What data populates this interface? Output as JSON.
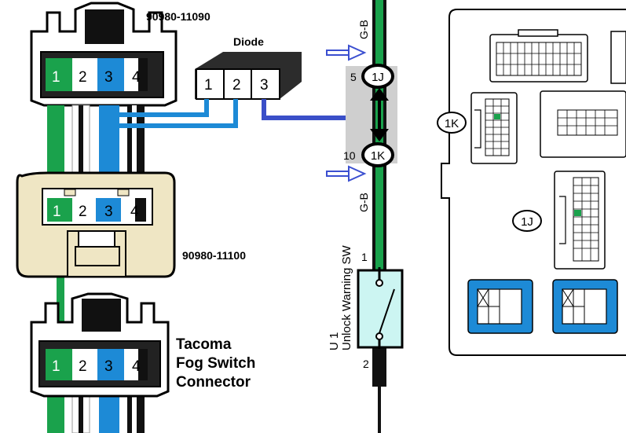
{
  "part_numbers": {
    "top_connector": "90980-11090",
    "mid_connector": "90980-11100"
  },
  "diode": {
    "title": "Diode",
    "pins": [
      "1",
      "2",
      "3"
    ]
  },
  "connector_pins": [
    "1",
    "2",
    "3",
    "4"
  ],
  "caption": {
    "line1": "Tacoma",
    "line2": "Fog Switch",
    "line3": "Connector"
  },
  "wiring": {
    "wire_color_top": "G-B",
    "wire_color_bottom": "G-B",
    "junction_upper": {
      "pin": "5",
      "connector": "1J"
    },
    "junction_lower": {
      "pin": "10",
      "connector": "1K"
    },
    "switch_id": "U 1",
    "switch_name": "Unlock Warning SW",
    "switch_pin_top": "1",
    "switch_pin_bottom": "2"
  },
  "junction_block": {
    "label_1k": "1K",
    "label_1j": "1J"
  },
  "colors": {
    "green": "#1aa24c",
    "blue": "#1d8ad6",
    "dark_blue": "#3a4fc8",
    "tan": "#efe6c4",
    "arrow_blue": "#3b4fd0"
  }
}
